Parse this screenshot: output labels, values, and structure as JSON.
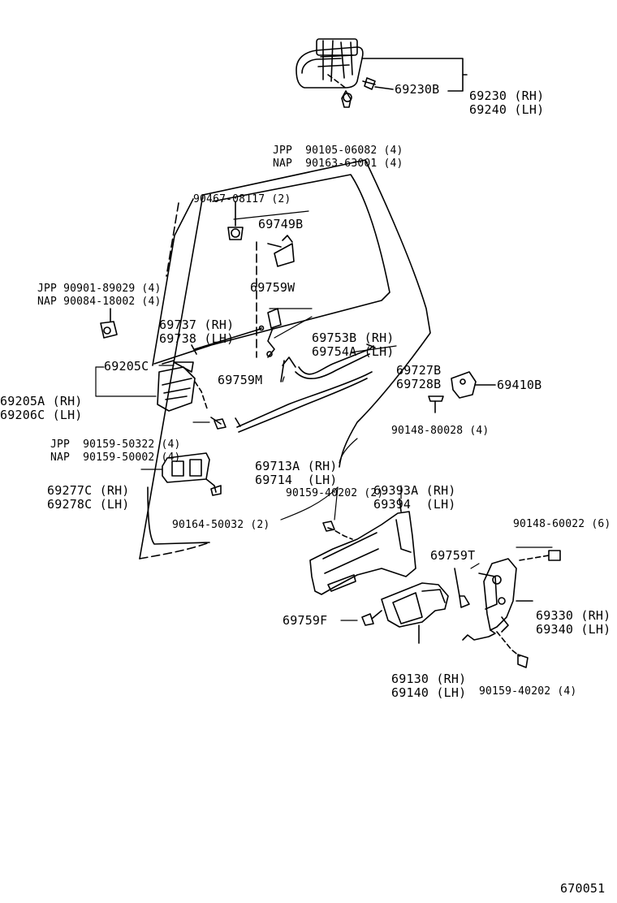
{
  "parts": {
    "outside_handle": {
      "rh": "69230 (RH)",
      "lh": "69240 (LH)"
    },
    "outside_handle_pad": "69230B",
    "outside_handle_bolt": {
      "jpp": "JPP  90105-06082 (4)",
      "nap": "NAP  90163-63001 (4)"
    },
    "clip_top": "90467-08117 (2)",
    "lock_knob_bracket": "69749B",
    "door_clip": {
      "jpp": "JPP 90901-89029 (4)",
      "nap": "NAP 90084-18002 (4)"
    },
    "rod_holder_w": "69759W",
    "lock_rod": {
      "rh": "69737 (RH)",
      "lh": "69738 (LH)"
    },
    "knob_link": {
      "rh": "69753B (RH)",
      "lh": "69754A (LH)"
    },
    "link_rod_upper": {
      "rh": "69727B",
      "lh": "69728B"
    },
    "bezel_clip": "69205C",
    "inside_handle_bezel": {
      "rh": "69205A (RH)",
      "lh": "69206C (LH)"
    },
    "rod_holder_m": "69759M",
    "striker": "69410B",
    "bezel_screw": {
      "jpp": "JPP  90159-50322 (4)",
      "nap": "NAP  90159-50002 (4)"
    },
    "striker_screw": "90148-80028 (4)",
    "link_rod_lower": {
      "rh": "69713A (RH)",
      "lh": "69714  (LH)"
    },
    "inside_handle": {
      "rh": "69277C (RH)",
      "lh": "69278C (LH)"
    },
    "frame_bracket": {
      "rh": "69393A (RH)",
      "lh": "69394  (LH)"
    },
    "bracket_screw": "90159-40202 (2)",
    "handle_screw": "90164-50032 (2)",
    "lock_screw_top": "90148-60022 (6)",
    "rod_holder_t": "69759T",
    "door_lock": {
      "rh": "69330 (RH)",
      "lh": "69340 (LH)"
    },
    "rod_holder_f": "69759F",
    "lock_actuator": {
      "rh": "69130 (RH)",
      "lh": "69140 (LH)"
    },
    "lock_screw_bottom": "90159-40202 (4)"
  },
  "diagram_code": "670051"
}
